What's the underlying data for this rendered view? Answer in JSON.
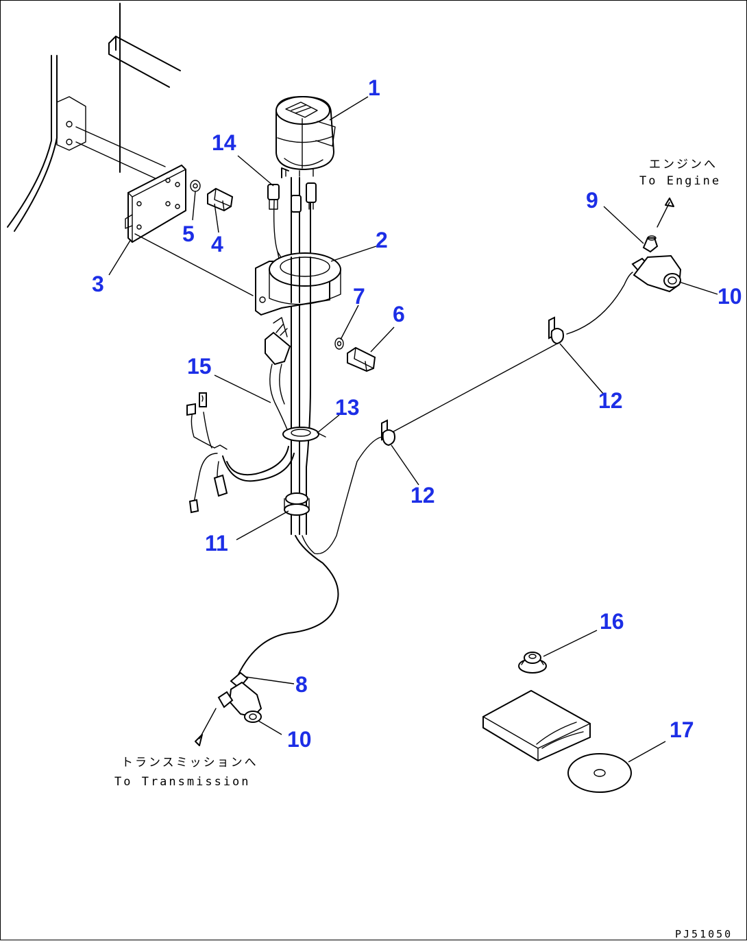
{
  "callouts": [
    "1",
    "2",
    "3",
    "4",
    "5",
    "6",
    "7",
    "8",
    "9",
    "10",
    "10",
    "11",
    "12",
    "12",
    "13",
    "14",
    "15",
    "16",
    "17"
  ],
  "notes": {
    "engine_jp": "エンジンへ",
    "engine_en": "To Engine",
    "transmission_jp": "トランスミッションへ",
    "transmission_en": "To Transmission"
  },
  "drawing_code": "PJ51050",
  "colors": {
    "callout": "#1c2ee6",
    "line": "#000000",
    "background": "#ffffff"
  }
}
